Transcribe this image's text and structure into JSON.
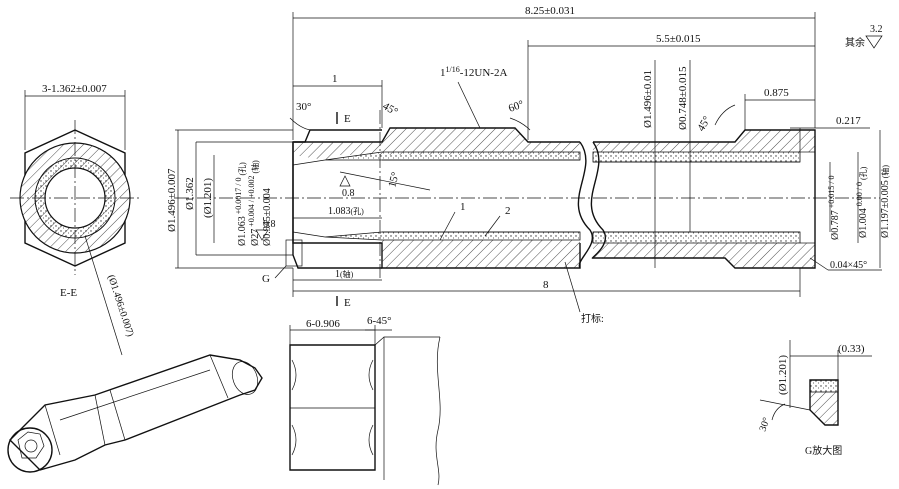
{
  "section_view": {
    "label": "E-E",
    "hex_dim": "3-1.362±0.007",
    "outer_dim": "(Ø1.496±0.007)"
  },
  "main_view": {
    "overall_length": "8.25±0.031",
    "pipe_length": "5.5±0.015",
    "thread_spec": "1",
    "thread_spec_frac": "1/16",
    "thread_spec_suffix": "-12UN-2A",
    "len_1": "1",
    "angle_30": "30°",
    "angle_45_a": "45°",
    "angle_60": "60°",
    "angle_45_b": "45°",
    "angle_15": "15°",
    "dim_0_875": "0.875",
    "dim_0_217": "0.217",
    "dia_1_496_main": "Ø1.496±0.01",
    "dia_0_748": "Ø0.748±0.015",
    "dia_1_496_left": "Ø1.496±0.007",
    "dia_1_362": "Ø1.362",
    "dia_1_201": "(Ø1.201)",
    "dia_1_063": "Ø1.063",
    "dia_1_063_tol": "+0.0017 / 0",
    "dia_1_063_note": "(孔)",
    "dia_27": "Ø27",
    "dia_27_tol": "+0.004 / +0.002",
    "dia_27_note": "(轴)",
    "dia_0_945": "Ø0.945±0.004",
    "dim_1_083": "1.083",
    "dim_1_083_note": "(孔)",
    "dim_1_shaft": "1",
    "dim_1_shaft_note": "(轴)",
    "dim_8": "8",
    "chamfer": "0.04×45°",
    "dia_0_787": "Ø0.787",
    "dia_0_787_tol": "+0.015 / 0",
    "dia_1_004": "Ø1.004",
    "dia_1_004_tol": "0.00 / 0",
    "dia_1_004_note": "(孔)",
    "dia_1_197": "Ø1.197±0.005",
    "dia_1_197_note": "(轴)",
    "roughness_08": "0.8",
    "roughness_08b": "0.8",
    "roughness_top": "3.2",
    "roughness_top_note": "其余",
    "part_1": "1",
    "part_2": "2",
    "part_1b": "1",
    "section_mark": "E",
    "section_mark_b": "E",
    "detail_mark": "G",
    "marking_note": "打标:"
  },
  "hex_detail": {
    "dim_a": "6-0.906",
    "dim_b": "6-45°"
  },
  "g_detail": {
    "title": "G放大图",
    "dim_dia": "(Ø1.201)",
    "dim_033": "(0.33)",
    "angle": "30°"
  }
}
